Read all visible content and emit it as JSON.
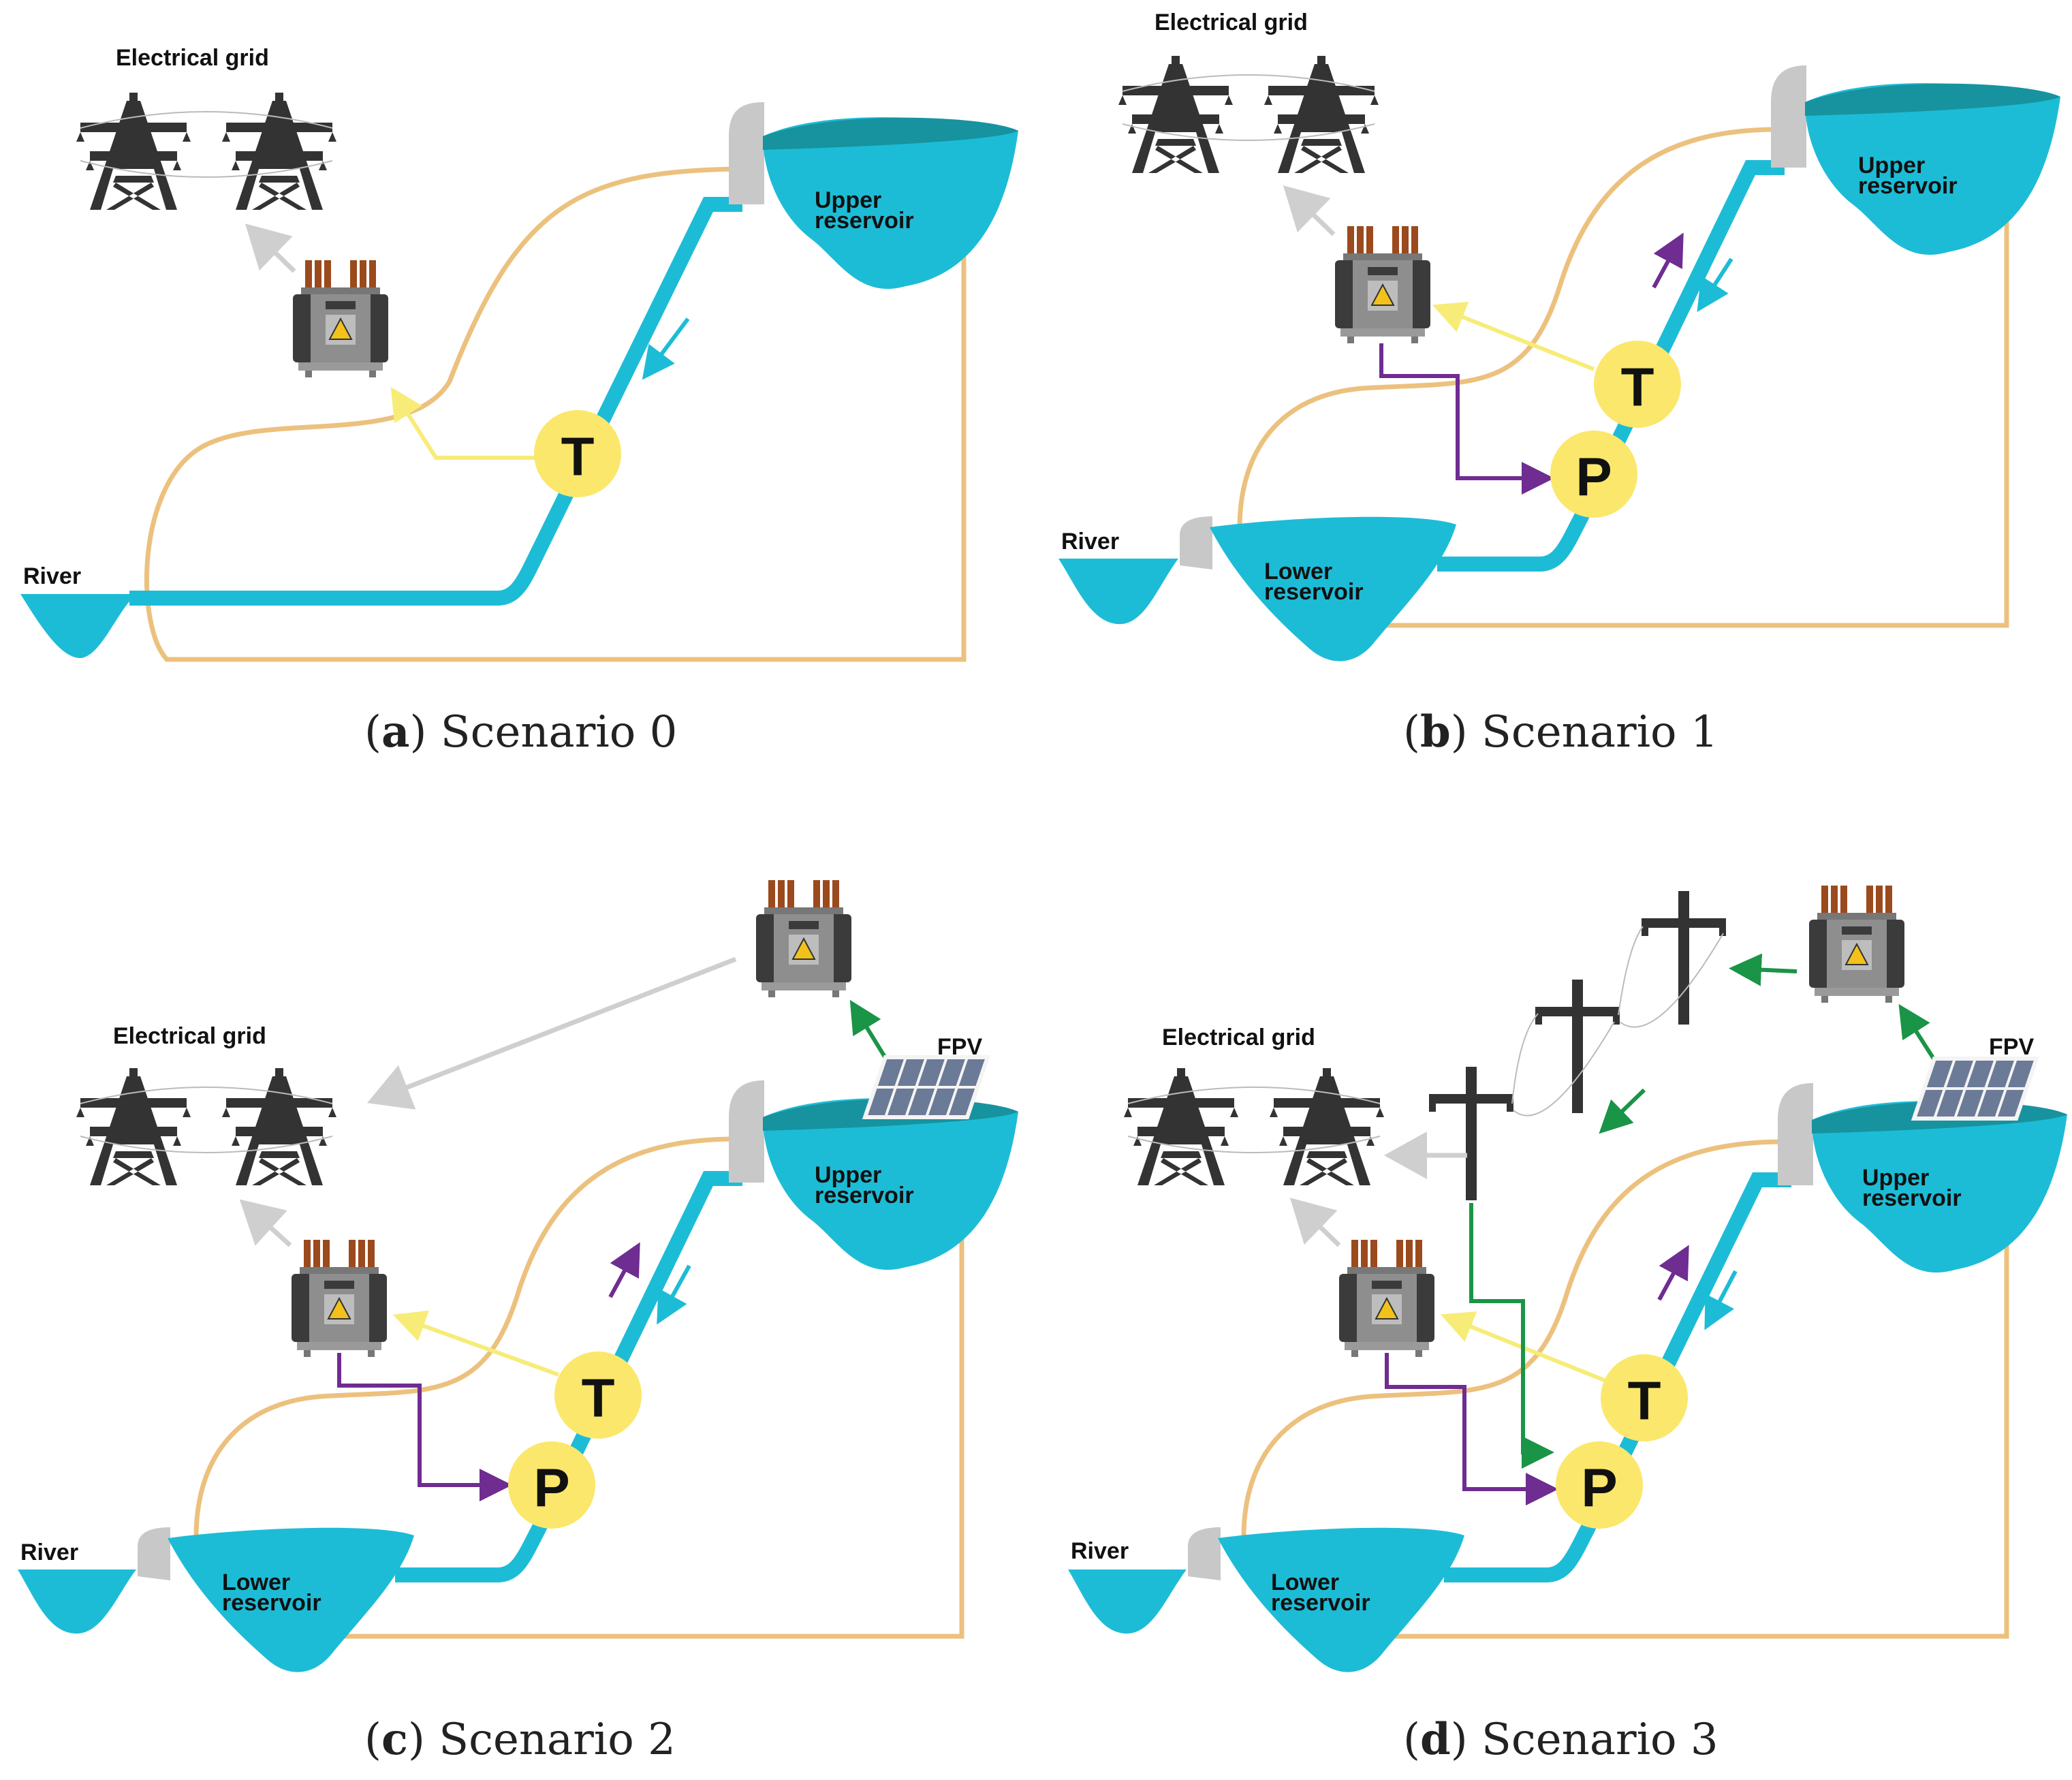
{
  "labels": {
    "grid": "Electrical grid",
    "river": "River",
    "upper_line1": "Upper",
    "upper_line2": "reservoir",
    "lower_line1": "Lower",
    "lower_line2": "reservoir",
    "fpv": "FPV",
    "turbine": "T",
    "pump": "P"
  },
  "panels": [
    {
      "id": "a",
      "letter": "a",
      "caption": "Scenario 0"
    },
    {
      "id": "b",
      "letter": "b",
      "caption": "Scenario 1"
    },
    {
      "id": "c",
      "letter": "c",
      "caption": "Scenario 2"
    },
    {
      "id": "d",
      "letter": "d",
      "caption": "Scenario 3"
    }
  ],
  "colors": {
    "water": "#1dbcd6",
    "water_dark": "#16939f",
    "pipe": "#1dbcd6",
    "rim": "#ecc17e",
    "turbine_flow": "#f7ec78",
    "pump_flow": "#6f2c91",
    "fpv_flow": "#1a9446",
    "grid_flow": "#cfcfcf",
    "node": "#fbe76b",
    "tower": "#333333",
    "dam": "#c8c8c8"
  }
}
